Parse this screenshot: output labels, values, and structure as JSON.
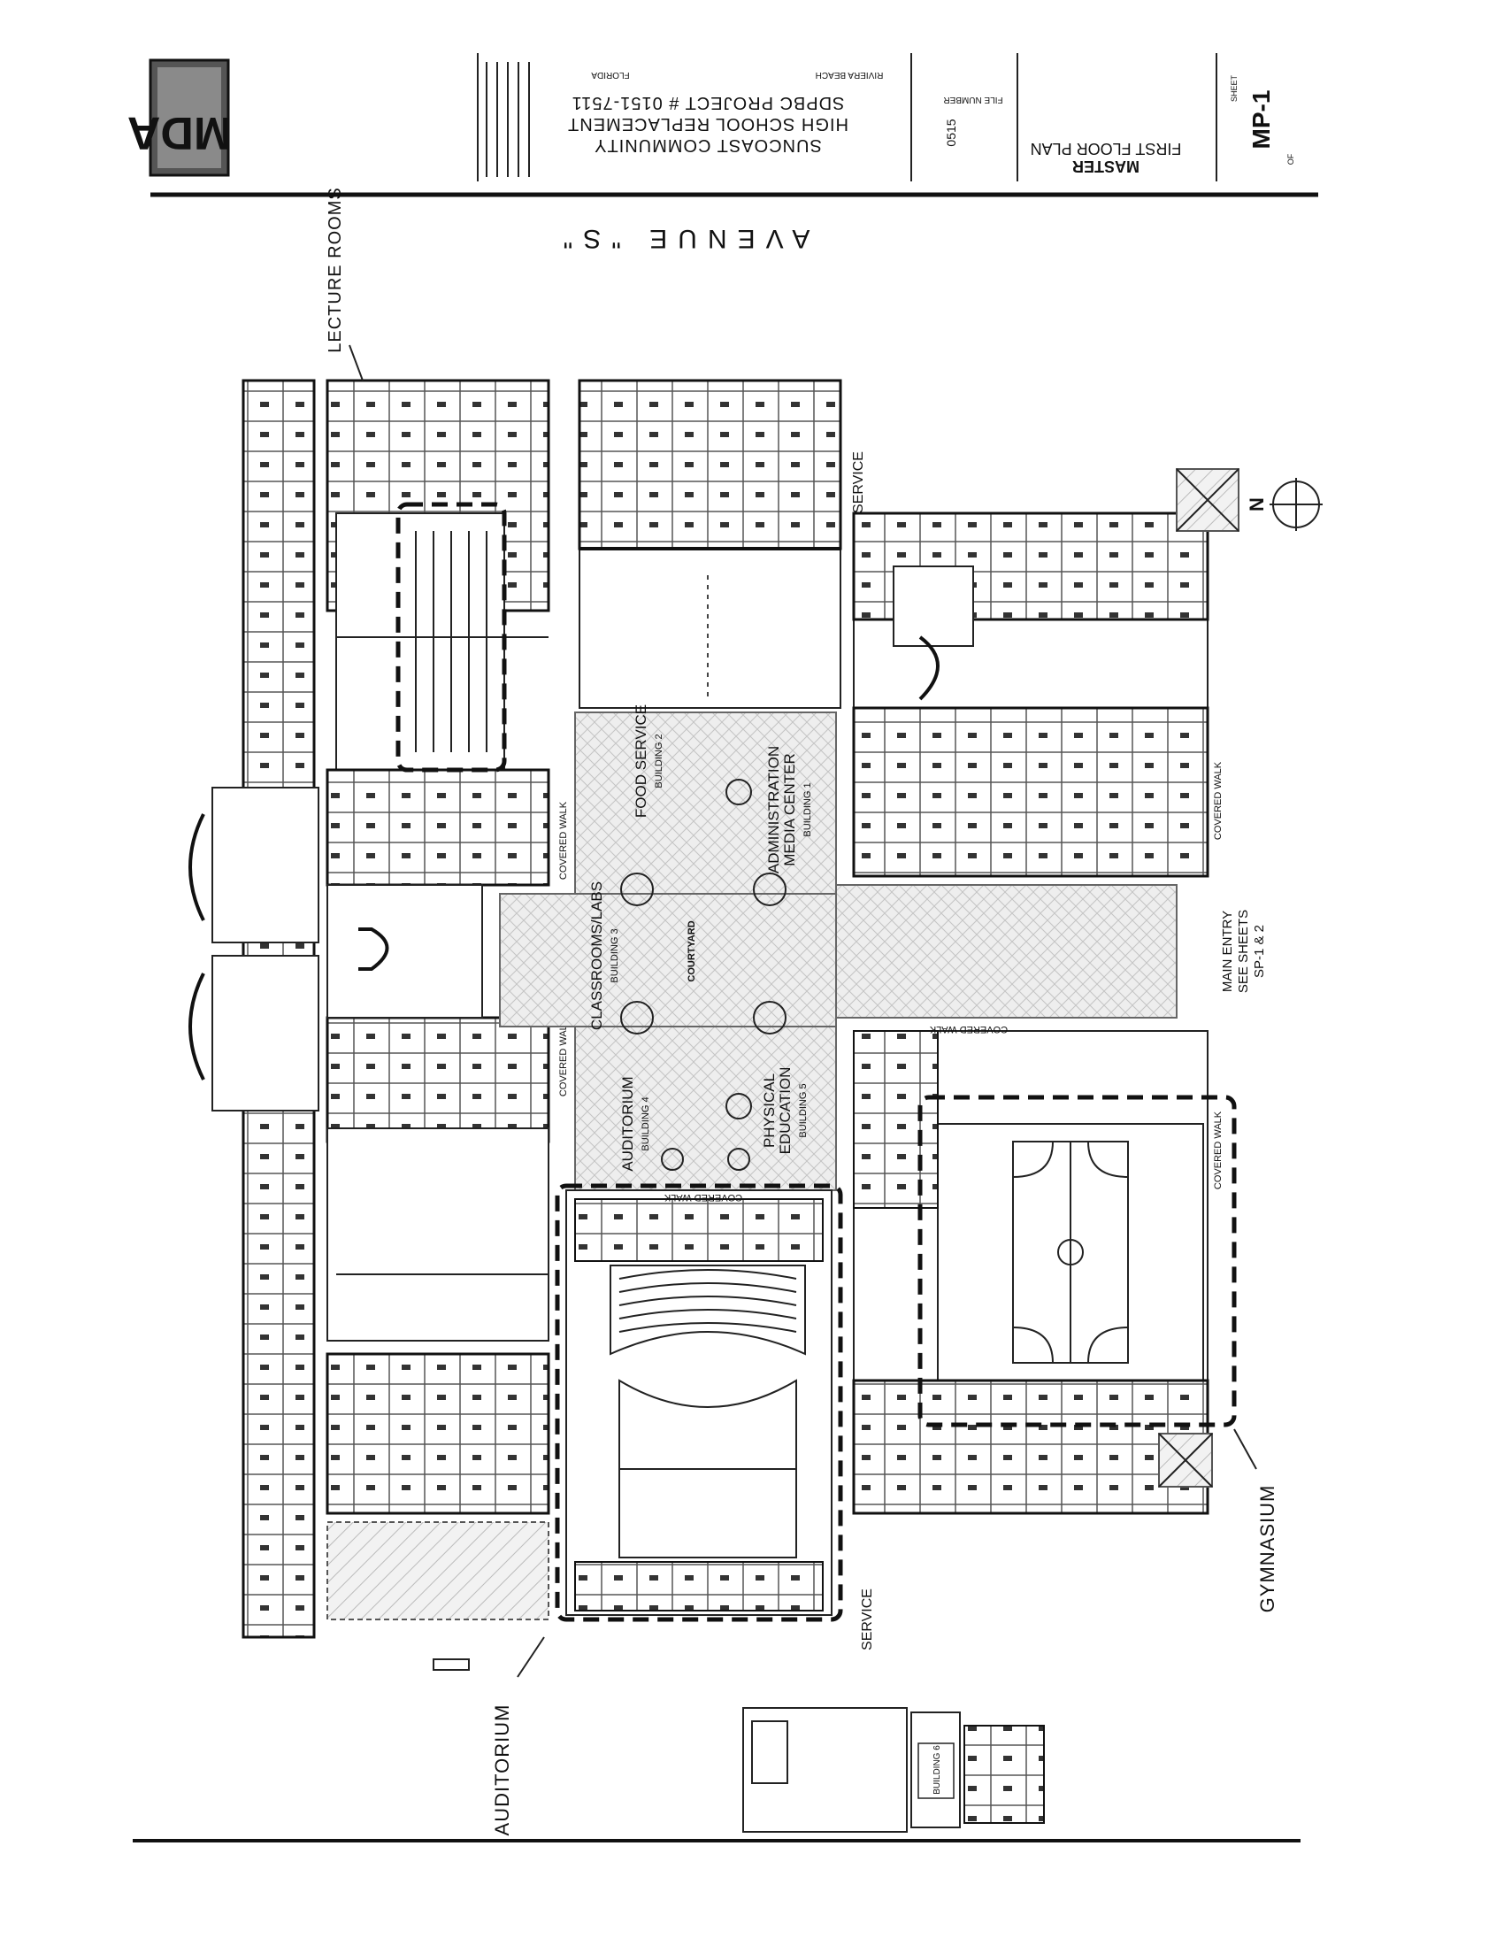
{
  "title_block": {
    "logo": "MDA",
    "project_line1": "SUNCOAST COMMUNITY",
    "project_line2": "HIGH SCHOOL REPLACEMENT",
    "project_line3": "SDPBC PROJECT # 0151-7511",
    "location_left": "FLORIDA",
    "location_right": "RIVIERA BEACH",
    "file_number_label": "FILE NUMBER",
    "file_number": "0515",
    "sheet_title_line1": "MASTER",
    "sheet_title_line2": "FIRST FLOOR PLAN",
    "sheet_label": "SHEET",
    "sheet_number": "MP-1",
    "sheet_of": "OF"
  },
  "plan": {
    "street": "AVENUE \"S\"",
    "lecture_rooms": "LECTURE ROOMS",
    "service_top": "SERVICE",
    "service_bottom": "SERVICE",
    "north": "N",
    "covered_walk": "COVERED WALK",
    "main_entry": "MAIN ENTRY",
    "see_sheets": "SEE SHEETS",
    "sheets_ref": "SP-1 & 2",
    "auditorium": "AUDITORIUM",
    "gymnasium": "GYMNASIUM",
    "courtyard": "COURTYARD",
    "buildings": {
      "food_service": "FOOD SERVICE",
      "food_service_bldg": "BUILDING 2",
      "admin": "ADMINISTRATION",
      "media": "MEDIA CENTER",
      "admin_bldg": "BUILDING 1",
      "classrooms": "CLASSROOMS/LABS",
      "classrooms_bldg": "BUILDING 3",
      "auditorium": "AUDITORIUM",
      "auditorium_bldg": "BUILDING 4",
      "phys_ed_1": "PHYSICAL",
      "phys_ed_2": "EDUCATION",
      "phys_ed_bldg": "BUILDING 5",
      "building6": "BUILDING 6"
    }
  }
}
